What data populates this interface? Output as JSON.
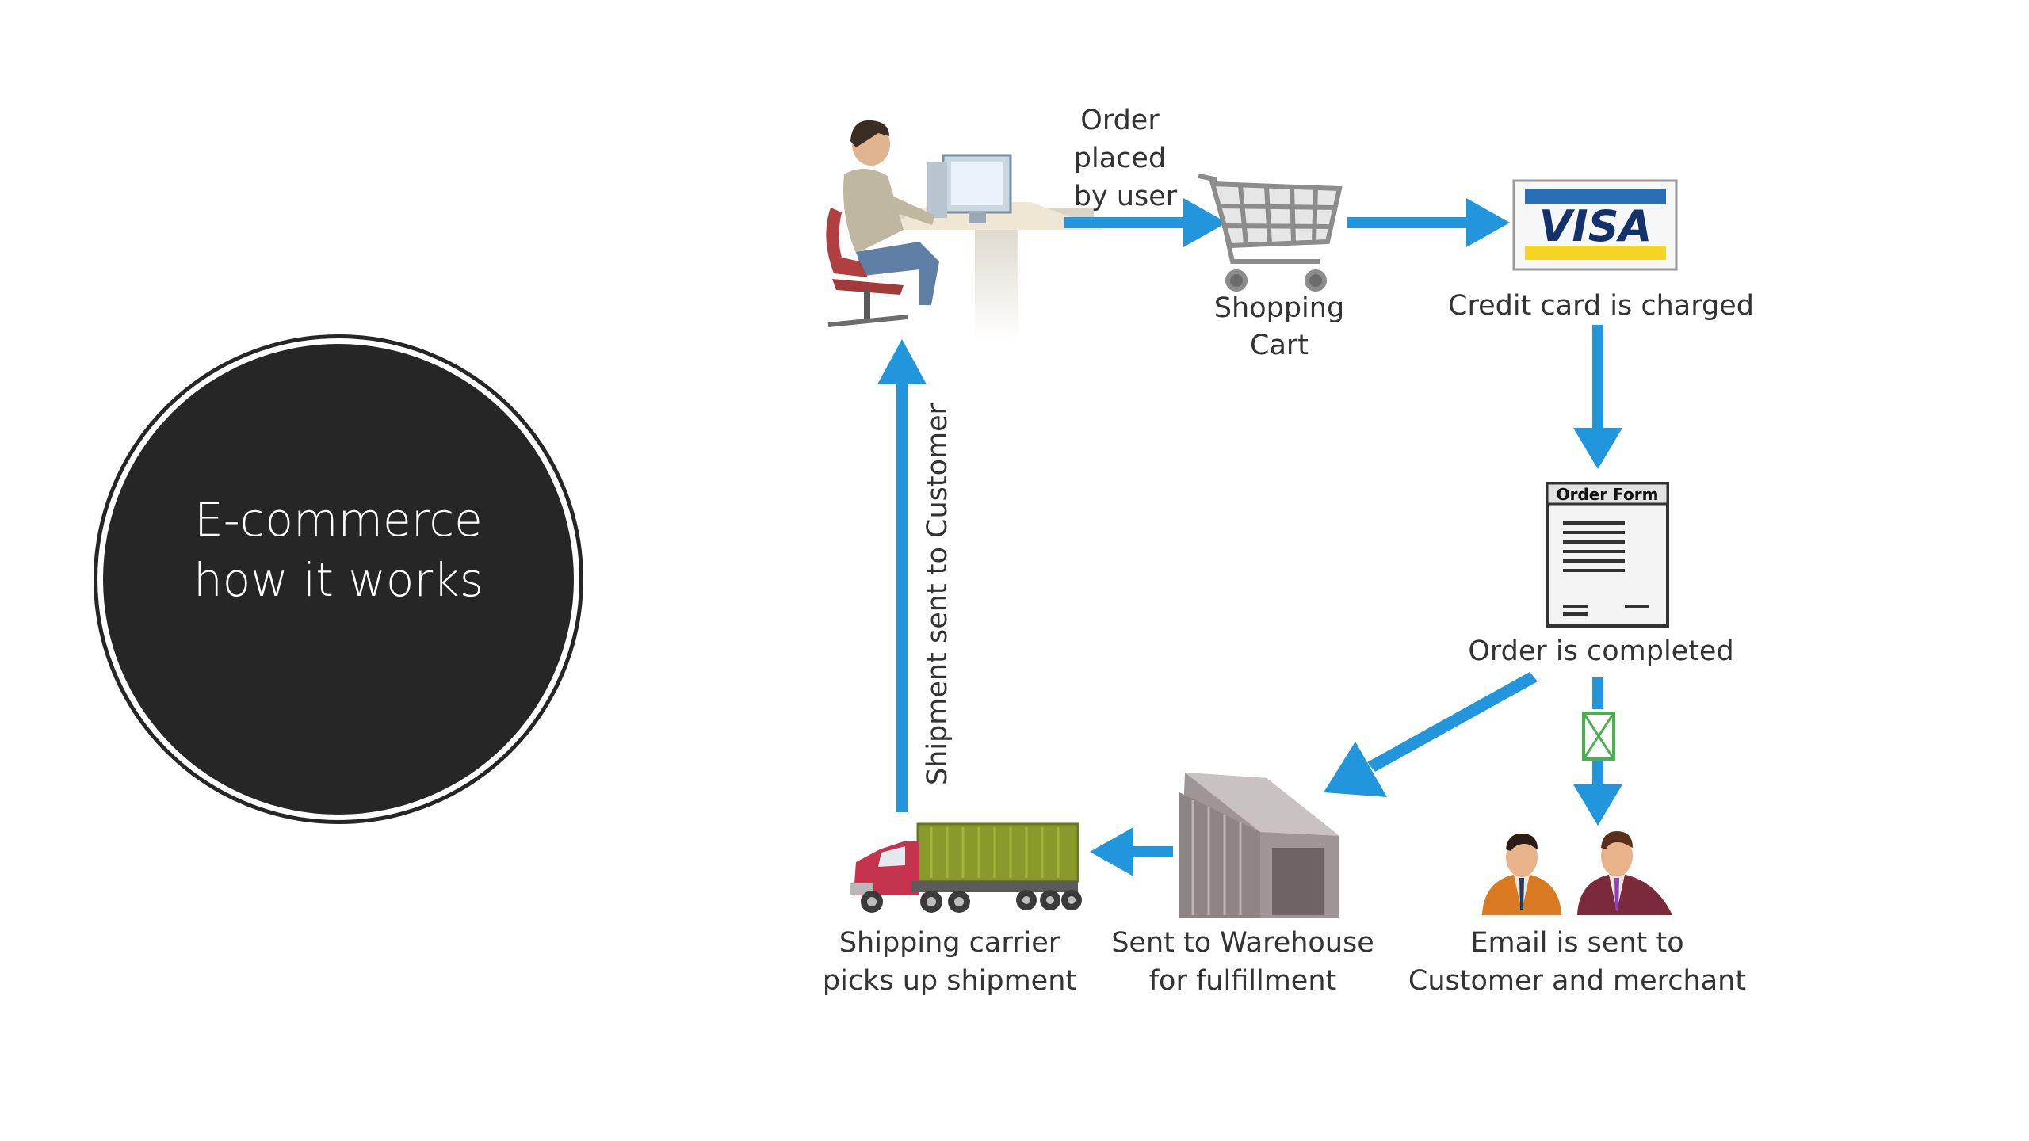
{
  "title": {
    "line1": "E-commerce",
    "line2": "how it works"
  },
  "diagram": {
    "steps": {
      "order_placed": [
        "Order",
        "placed",
        "by user"
      ],
      "shopping_cart": [
        "Shopping",
        "Cart"
      ],
      "credit_card": "Credit card is charged",
      "visa_text": "VISA",
      "order_form_title": "Order Form",
      "order_completed": "Order is completed",
      "email_sent": [
        "Email is sent to",
        "Customer and merchant"
      ],
      "warehouse": [
        "Sent to Warehouse",
        "for fulfillment"
      ],
      "carrier": [
        "Shipping carrier",
        "picks up shipment"
      ],
      "shipment_sent": "Shipment sent to Customer"
    },
    "colors": {
      "arrow": "#2196dc",
      "background": "#ffffff",
      "title_circle": "#262626",
      "label_text": "#333333"
    },
    "icons": [
      "user-at-computer-icon",
      "shopping-cart-icon",
      "visa-card-icon",
      "order-form-icon",
      "envelope-icon",
      "business-people-icon",
      "warehouse-icon",
      "truck-icon"
    ]
  }
}
